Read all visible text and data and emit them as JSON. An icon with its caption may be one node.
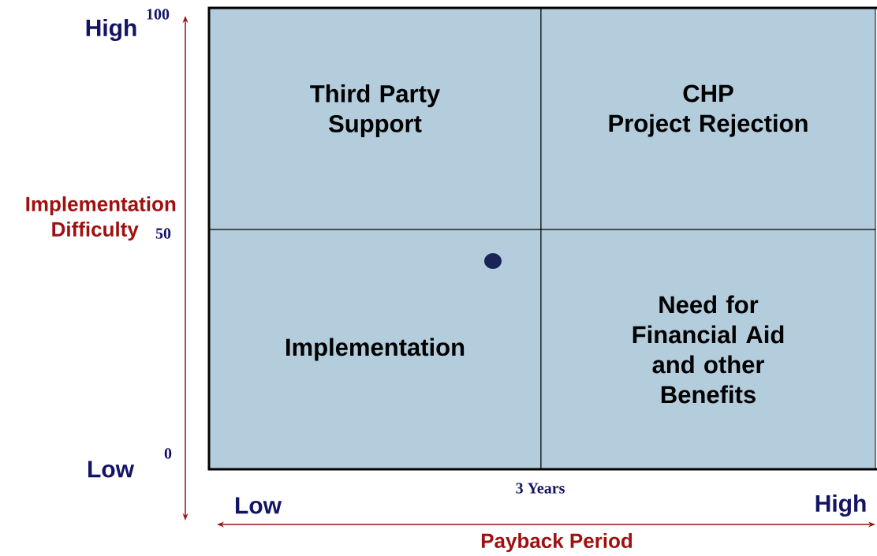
{
  "diagram": {
    "nodes": [
      {
        "text": [
          "Third Party Support"
        ]
      },
      {
        "text": [
          "CHP Project Rejection"
        ]
      },
      {
        "text": [
          "Implementation"
        ]
      },
      {
        "text": [
          "Need for Financial Aid and other Benefits"
        ]
      }
    ],
    "labels": [
      "High",
      "100",
      "Implementation Difficulty",
      "50",
      "Low",
      "0",
      "3 Years",
      "Low",
      "High",
      "Payback Period"
    ]
  }
}
